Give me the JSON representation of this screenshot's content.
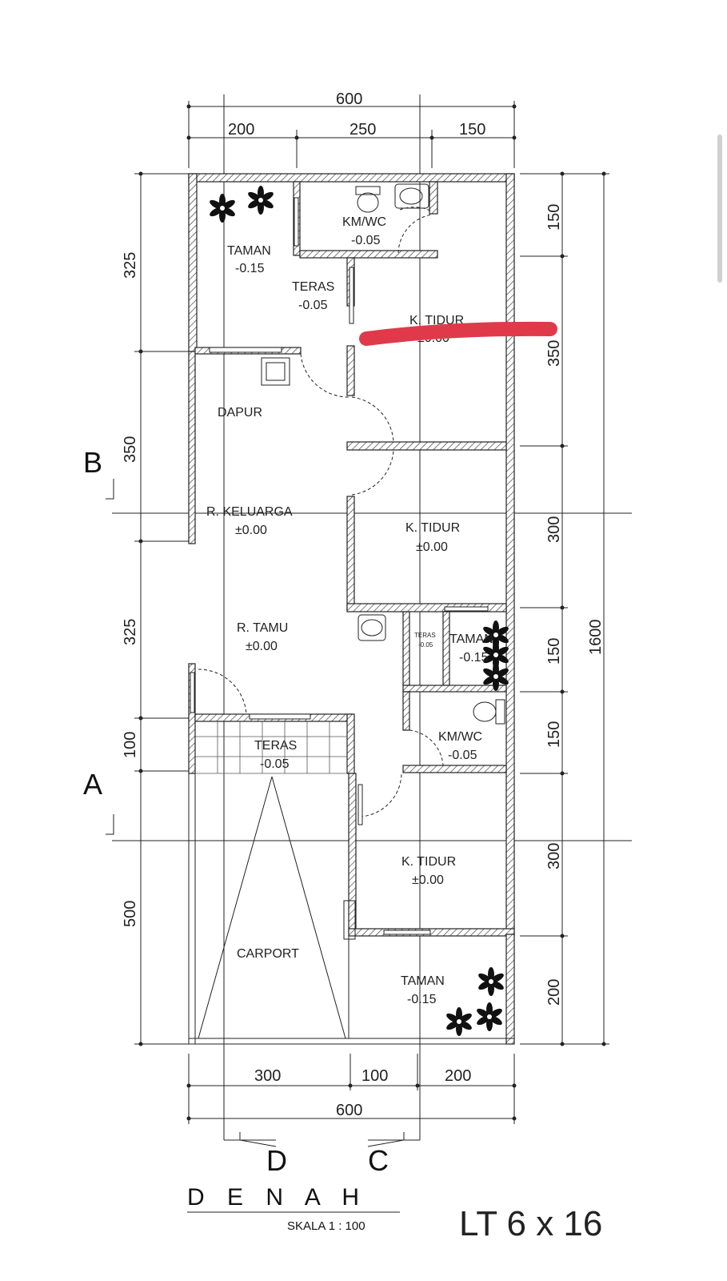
{
  "rooms": {
    "taman_top": {
      "name": "TAMAN",
      "level": "-0.15"
    },
    "kmwc_top": {
      "name": "KM/WC",
      "level": "-0.05"
    },
    "teras_top": {
      "name": "TERAS",
      "level": "-0.05"
    },
    "ktidur_top": {
      "name": "K. TIDUR",
      "level": "±0.00"
    },
    "dapur": {
      "name": "DAPUR"
    },
    "keluarga": {
      "name": "R. KELUARGA",
      "level": "±0.00"
    },
    "ktidur_mid": {
      "name": "K. TIDUR",
      "level": "±0.00"
    },
    "tamu": {
      "name": "R. TAMU",
      "level": "±0.00"
    },
    "teras_small": {
      "name": "TERAS",
      "level": "-0.05"
    },
    "taman_mid": {
      "name": "TAMAN",
      "level": "-0.15"
    },
    "kmwc_mid": {
      "name": "KM/WC",
      "level": "-0.05"
    },
    "teras_front": {
      "name": "TERAS",
      "level": "-0.05"
    },
    "ktidur_bot": {
      "name": "K. TIDUR",
      "level": "±0.00"
    },
    "carport": {
      "name": "CARPORT"
    },
    "taman_bot": {
      "name": "TAMAN",
      "level": "-0.15"
    }
  },
  "dimensions": {
    "top_total": "600",
    "top_segments": [
      "200",
      "250",
      "150"
    ],
    "bottom_segments": [
      "300",
      "100",
      "200"
    ],
    "bottom_total": "600",
    "left_segments": [
      "325",
      "350",
      "325",
      "100",
      "500"
    ],
    "right_segments": [
      "150",
      "350",
      "300",
      "150",
      "150",
      "300",
      "200"
    ],
    "right_total": "1600"
  },
  "section_markers": {
    "b": "B",
    "a": "A",
    "d": "D",
    "c": "C"
  },
  "title": "D E N A H",
  "scale": "SKALA 1 : 100",
  "lot_size": "LT 6 x 16",
  "colors": {
    "wall": "#222222",
    "markup_stroke": "#e03a4a"
  }
}
